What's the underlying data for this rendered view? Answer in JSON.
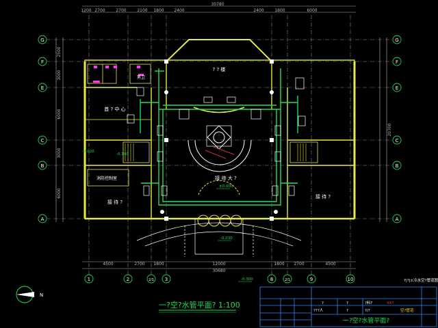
{
  "colors": {
    "background": "#000000",
    "wall": "#e8e84a",
    "axis": "#ffffff",
    "pipe": "#22dd55",
    "dim": "#b8b8b8",
    "title": "#22dd55",
    "magenta": "#ff33ff",
    "tableBorder": "#2d8cff",
    "accent": "#ff4040"
  },
  "dimensions": {
    "top_total": "30780",
    "top_segments": [
      "1200",
      "2700",
      "2700",
      "2100",
      "1800",
      "2400",
      "2400",
      "1800",
      "6000"
    ],
    "bottom_segments": [
      "4500",
      "2700",
      "1800",
      "12000",
      "1800",
      "2700",
      "4500"
    ],
    "bottom_total": "30680",
    "left_segments": [
      "2500",
      "3000",
      "6000",
      "3000",
      "6000"
    ],
    "right_total": "20700"
  },
  "axes": {
    "columns": [
      "1",
      "2",
      "2/1",
      "3",
      "8",
      "9",
      "10"
    ],
    "rows": [
      "G",
      "F",
      "E",
      "C",
      "B",
      "A"
    ]
  },
  "rooms": {
    "center_top": "? ? 楼",
    "left_mid": "酋 ? 中 心",
    "center_hall": "接 待 大 ?",
    "left_bottom": "接 待 ?",
    "right_bottom": "接 待 ?",
    "left_small": "消防控制室",
    "toilet": "男卫"
  },
  "levels": {
    "hall": "±0.000",
    "entrance": "-0.030",
    "outside": "-0.300",
    "left_a": "-0.020",
    "left_b": "-0.100"
  },
  "drawing_title": "一?空?水管平面? 1:100",
  "north_label": "N",
  "stamp_right": "?|?|±冷水空?管道图",
  "title_block": {
    "r1": [
      "?",
      "?",
      "?"
    ],
    "r2": [
      "???人",
      "?"
    ],
    "code": "空?管道",
    "label1": "?料?",
    "label2": "XX?",
    "label3": "?/?",
    "big_title": "一?空?水管平面?"
  }
}
